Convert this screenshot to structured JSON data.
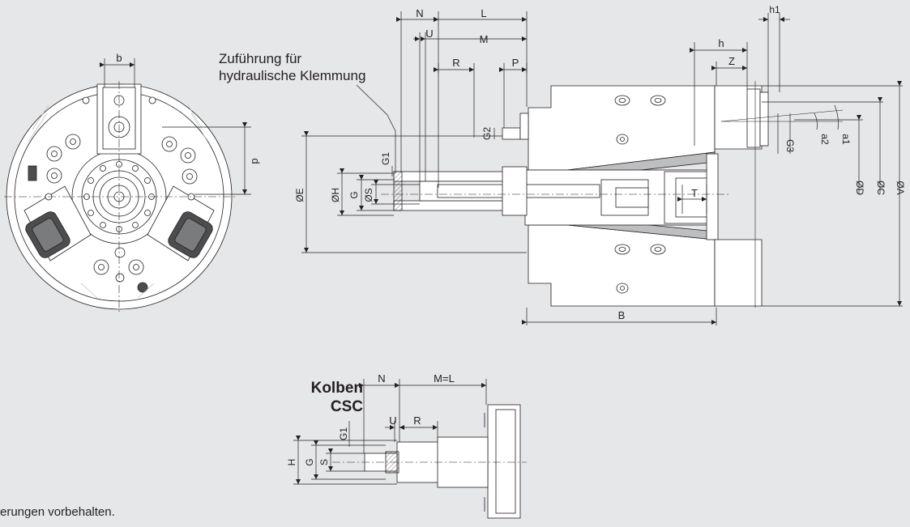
{
  "callout": {
    "line1": "Zuführung für",
    "line2": "hydraulische Klemmung"
  },
  "piston": {
    "line1": "Kolben",
    "line2": "CSC"
  },
  "footnote": "erungen vorbehalten.",
  "dimensions": {
    "main": {
      "N": "N",
      "L": "L",
      "U": "U",
      "M": "M",
      "R": "R",
      "P": "P",
      "h": "h",
      "h1": "h1",
      "Z": "Z",
      "B": "B",
      "T": "T",
      "G": "G",
      "G1": "G1",
      "G2": "G2",
      "G3": "G3",
      "E": "ØE",
      "H": "ØH",
      "S": "ØS",
      "D": "ØD",
      "C": "ØC",
      "A": "ØA",
      "a1": "a1",
      "a2": "a2"
    },
    "front": {
      "b": "b",
      "p": "p"
    },
    "piston": {
      "N": "N",
      "ML": "M=L",
      "U": "U",
      "R": "R",
      "G1": "G1",
      "H": "H",
      "G": "G",
      "S": "S"
    }
  },
  "colors": {
    "background": "#e6e7e8",
    "part": "#ffffff",
    "line": "#231f20",
    "shade": "#bcbec0"
  }
}
